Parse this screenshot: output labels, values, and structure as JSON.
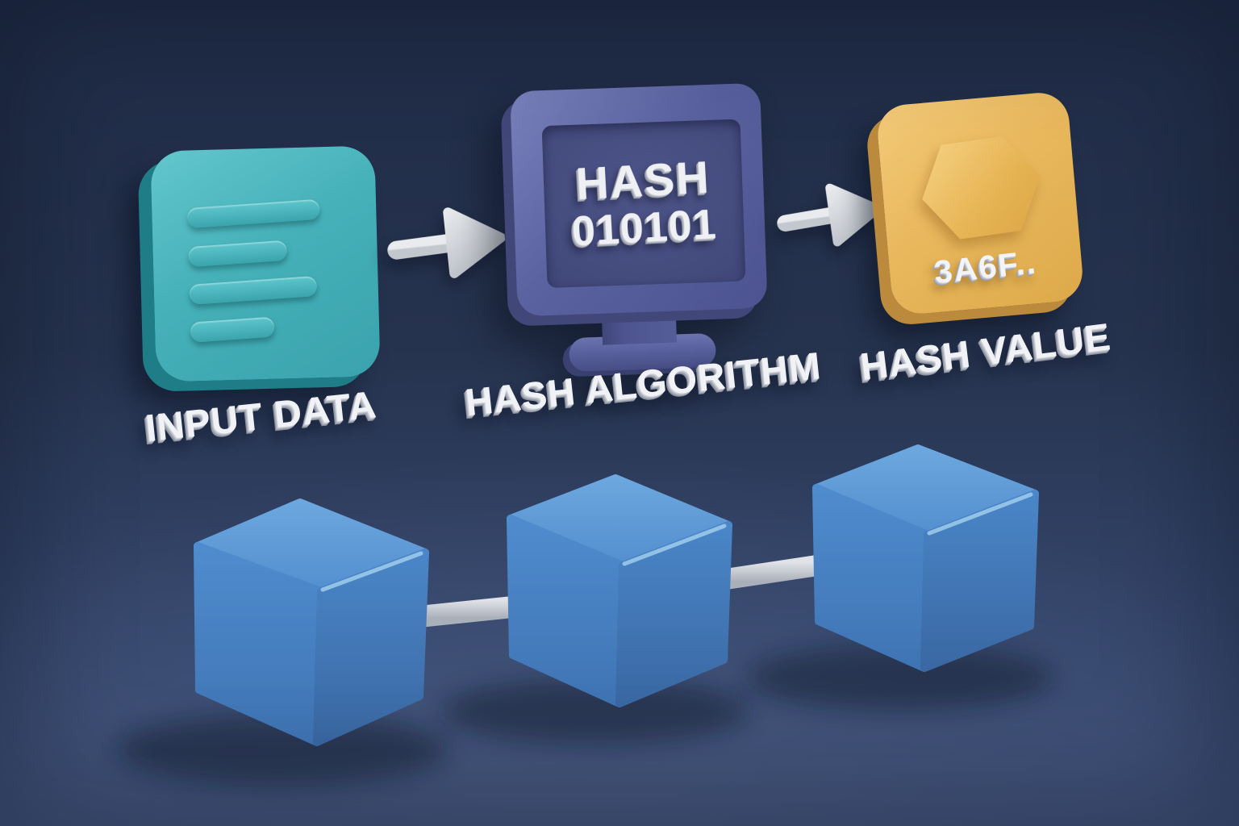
{
  "diagram": {
    "steps": [
      {
        "name": "input-data",
        "label": "INPUT DATA",
        "icon": "document-lines-icon"
      },
      {
        "name": "hash-algorithm",
        "label": "HASH ALGORITHM",
        "icon": "monitor-icon",
        "screen_line1": "HASH",
        "screen_line2": "010101"
      },
      {
        "name": "hash-value",
        "label": "HASH VALUE",
        "icon": "hexagon-badge-icon",
        "badge_text": "3A6F.."
      }
    ],
    "arrow_count": 2
  },
  "blockchain": {
    "cube_count": 3,
    "colors": {
      "cube_top": "#5f9ad7",
      "cube_front": "#4d89cb",
      "cube_side": "#4077b6",
      "link_rod": "#c9ccd3"
    }
  },
  "palette": {
    "background_top": "#202c47",
    "background_bottom": "#3e5078",
    "input_icon": "#46b1b9",
    "monitor_frame": "#5a62a0",
    "monitor_screen": "#474e80",
    "value_badge": "#e9b85d",
    "arrow": "#d6d9df",
    "text_3d": "#f1f2f5"
  }
}
